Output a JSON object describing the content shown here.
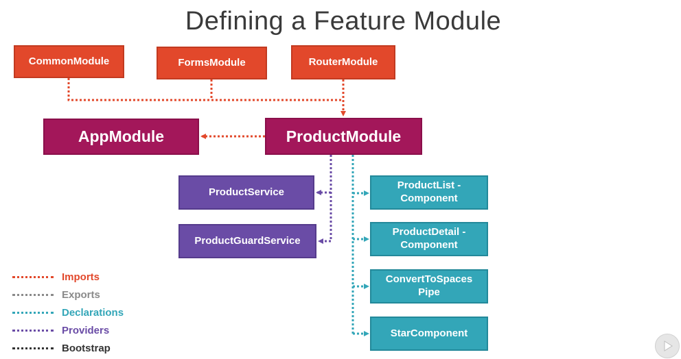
{
  "title": "Defining a Feature Module",
  "colors": {
    "imports": "#e2482b",
    "exports": "#8a8a8a",
    "declarations": "#33a6b8",
    "providers": "#6a4ca6",
    "bootstrap": "#333333",
    "module": "#a3175a"
  },
  "imports": {
    "common": "CommonModule",
    "forms": "FormsModule",
    "router": "RouterModule"
  },
  "modules": {
    "app": "AppModule",
    "product": "ProductModule"
  },
  "providers": {
    "service": "ProductService",
    "guard": "ProductGuardService"
  },
  "declarations": {
    "list": "ProductList -\nComponent",
    "detail": "ProductDetail -\nComponent",
    "pipe": "ConvertToSpaces\nPipe",
    "star": "StarComponent"
  },
  "legend": {
    "imports": "Imports",
    "exports": "Exports",
    "declarations": "Declarations",
    "providers": "Providers",
    "bootstrap": "Bootstrap"
  },
  "icons": {
    "player": "play-icon"
  }
}
